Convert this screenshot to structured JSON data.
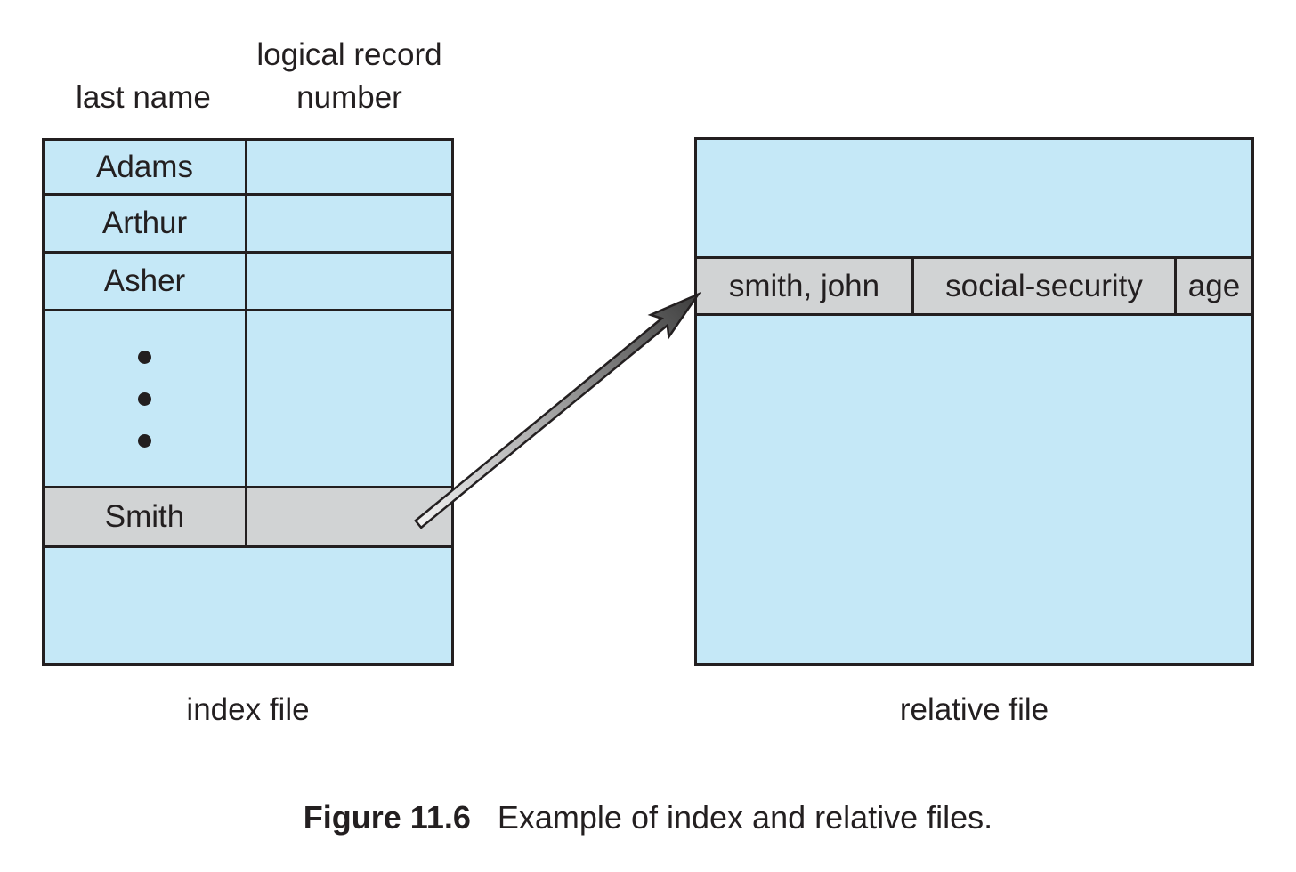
{
  "diagram": {
    "column_headers": {
      "last_name": "last name",
      "logical_record_line1": "logical record",
      "logical_record_line2": "number"
    },
    "index_table": {
      "rows": [
        {
          "last_name": "Adams",
          "logical_record_number": ""
        },
        {
          "last_name": "Arthur",
          "logical_record_number": ""
        },
        {
          "last_name": "Asher",
          "logical_record_number": ""
        }
      ],
      "ellipsis_icon": "vertical-ellipsis",
      "highlighted_row": {
        "last_name": "Smith",
        "logical_record_number": ""
      },
      "caption": "index file"
    },
    "relative_file": {
      "record_fields": [
        "smith, john",
        "social-security",
        "age"
      ],
      "caption": "relative file"
    },
    "connector": {
      "description": "arrow from Smith index entry to relative-file record"
    },
    "figure_caption": {
      "number": "Figure 11.6",
      "text": "Example of index and relative files."
    },
    "colors": {
      "cell_blue": "#c5e8f7",
      "highlight_gray": "#d1d3d4",
      "border": "#231f20",
      "arrow_tail": "#f0f0f0",
      "arrow_head": "#3d3d3d"
    }
  }
}
